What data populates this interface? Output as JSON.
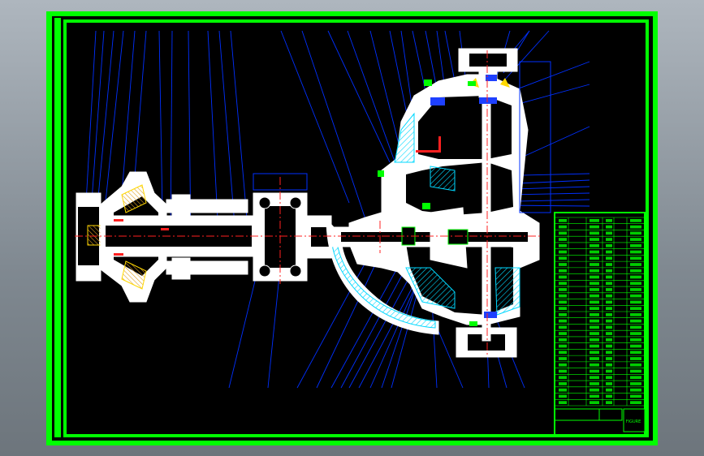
{
  "drawing": {
    "background_color": "#000000",
    "border_color": "#00ff00",
    "line_color": "#0000ff",
    "centerline_color": "#ff0000",
    "part_color": "#ffffff",
    "hatch_color": "#00ffff",
    "accent_color": "#ffd800"
  },
  "title_block": {
    "title": "FIGURE",
    "table_rows": 30
  },
  "balloon_labels": {
    "top_count": 26,
    "right_count": 9,
    "bottom_count": 16
  }
}
